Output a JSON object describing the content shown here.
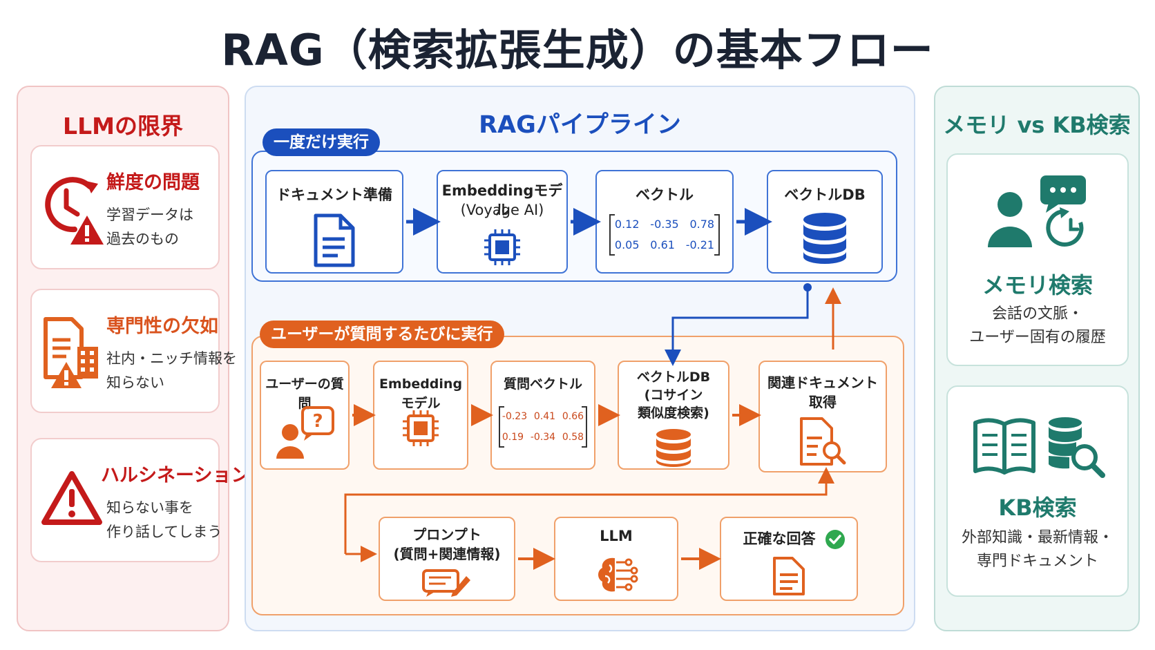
{
  "title": "RAG（検索拡張生成）の基本フロー",
  "left_panel": {
    "title": "LLMの限界",
    "cards": [
      {
        "heading": "鮮度の問題",
        "lines": [
          "学習データは",
          "過去のもの"
        ]
      },
      {
        "heading": "専門性の欠如",
        "lines": [
          "社内・ニッチ情報を",
          "知らない"
        ]
      },
      {
        "heading": "ハルシネーション",
        "lines": [
          "知らない事を",
          "作り話してしまう"
        ]
      }
    ]
  },
  "pipeline": {
    "title": "RAGパイプライン",
    "once_tag": "一度だけ実行",
    "per_query_tag": "ユーザーが質問するたびに実行",
    "once_steps": {
      "doc_prep": "ドキュメント準備",
      "embed_model_1": "Embeddingモデル",
      "embed_model_2": "(Voyage AI)",
      "vector": "ベクトル",
      "vector_db": "ベクトルDB"
    },
    "once_vector": {
      "row1": [
        "0.12",
        "-0.35",
        "0.78"
      ],
      "row2": [
        "0.05",
        "0.61",
        "-0.21"
      ]
    },
    "query_steps": {
      "user_question": "ユーザーの質問",
      "embed_model": "Embeddingモデル",
      "query_vector": "質問ベクトル",
      "vdb_1": "ベクトルDB",
      "vdb_2": "(コサイン",
      "vdb_3": "類似度検索)",
      "related_1": "関連ドキュメント",
      "related_2": "取得",
      "prompt_1": "プロンプト",
      "prompt_2": "(質問+関連情報)",
      "llm": "LLM",
      "answer": "正確な回答"
    },
    "query_vector": {
      "row1": [
        "-0.23",
        "0.41",
        "0.66"
      ],
      "row2": [
        "0.19",
        "-0.34",
        "0.58"
      ]
    }
  },
  "right_panel": {
    "title": "メモリ vs KB検索",
    "cards": [
      {
        "heading": "メモリ検索",
        "lines": [
          "会話の文脈・",
          "ユーザー固有の履歴"
        ]
      },
      {
        "heading": "KB検索",
        "lines": [
          "外部知識・最新情報・",
          "専門ドキュメント"
        ]
      }
    ]
  },
  "colors": {
    "red": "#c41a1a",
    "blue": "#1b4fbd",
    "orange": "#e0611f",
    "teal": "#1f7a6c"
  }
}
